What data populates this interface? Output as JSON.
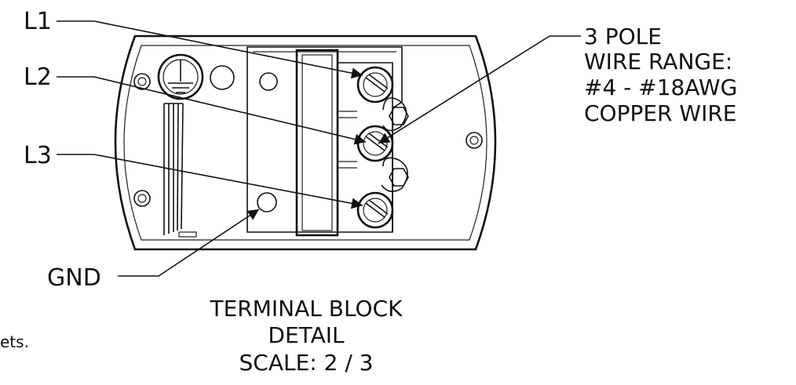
{
  "labels": {
    "l1": "L1",
    "l2": "L2",
    "l3": "L3",
    "gnd": "GND"
  },
  "note": {
    "line1": "3 POLE",
    "line2": "WIRE RANGE:",
    "line3": "#4 - #18AWG",
    "line4": "COPPER WIRE"
  },
  "caption": {
    "line1": "TERMINAL BLOCK",
    "line2": "DETAIL",
    "line3": "SCALE: 2 / 3"
  },
  "footer_fragment": "ets."
}
